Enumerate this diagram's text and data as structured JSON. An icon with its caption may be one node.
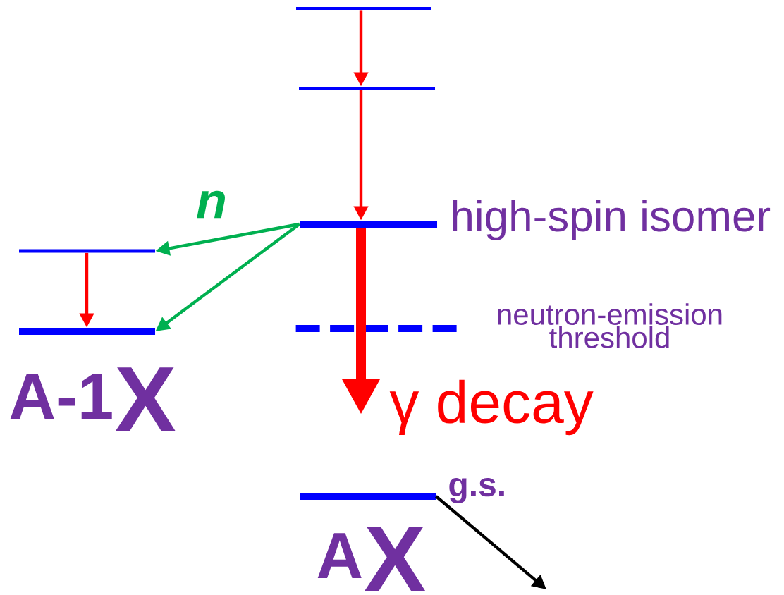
{
  "diagram": {
    "nodes": [
      {
        "text": [],
        "shape": "bar"
      },
      {
        "text": [],
        "shape": "bar"
      },
      {
        "text": [],
        "shape": "bar",
        "beside": [
          "high-spin isomer"
        ]
      },
      {
        "text": [],
        "shape": "bar"
      },
      {
        "text": [],
        "shape": "bar",
        "beside": [
          "neutron-emission threshold"
        ]
      },
      {
        "text": [],
        "shape": "bar"
      },
      {
        "text": [],
        "shape": "bar",
        "beside": [
          "g.s."
        ]
      }
    ],
    "edges": [
      {
        "from": 0,
        "to": 1,
        "arrow": "to"
      },
      {
        "from": 1,
        "to": 2,
        "arrow": "to"
      },
      {
        "from": 2,
        "to": 3,
        "arrow": "to",
        "label": "n",
        "color": "#00b050"
      },
      {
        "from": 2,
        "to": 5,
        "arrow": "to",
        "color": "#00b050"
      },
      {
        "from": 3,
        "to": 5,
        "arrow": "to"
      },
      {
        "from": 2,
        "to": null,
        "arrow": "to",
        "label": "γ decay",
        "style": "thick"
      },
      {
        "from": 6,
        "to": null,
        "arrow": "to",
        "color": "#000000"
      }
    ],
    "labels": [
      "$^{A-1}$X",
      "$^{A}$X"
    ]
  }
}
